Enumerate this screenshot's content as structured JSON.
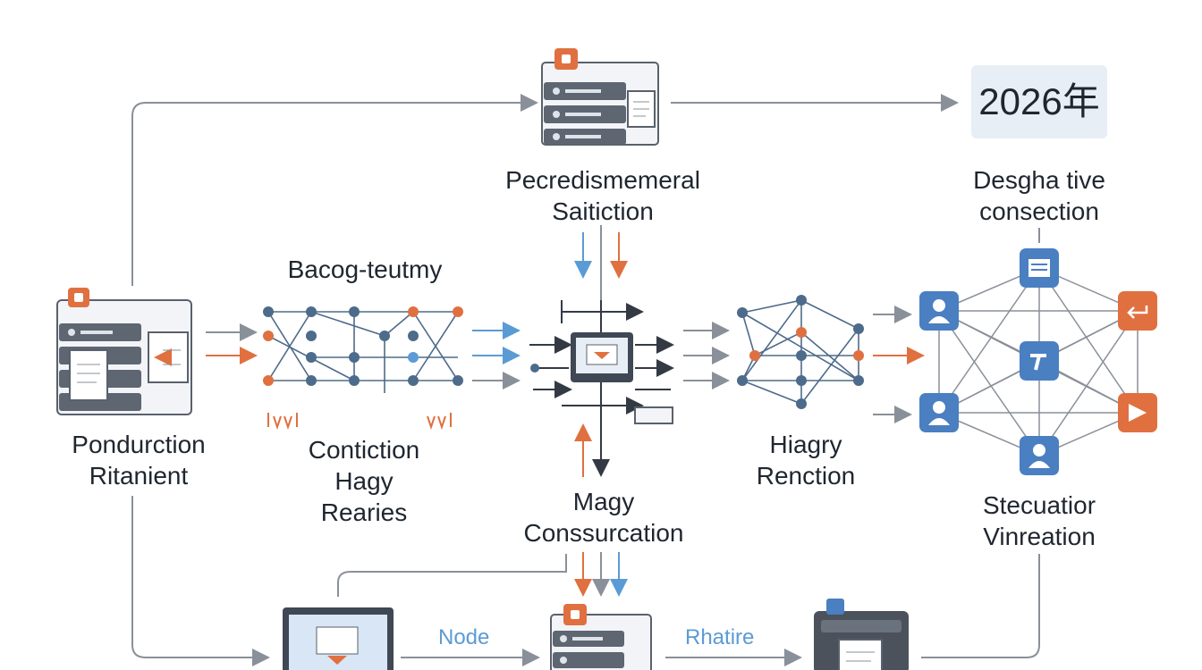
{
  "title": "",
  "year_badge": "2026年",
  "labels": {
    "top_center": [
      "Pecredismemeral",
      "Saitiction"
    ],
    "top_right": [
      "Desgha tive",
      "consection"
    ],
    "left_node": [
      "Pondurction",
      "Ritanient"
    ],
    "cluster_a_title": "Bacog-teutmy",
    "cluster_a_caption": [
      "Contiction",
      "Hagy",
      "Rearies"
    ],
    "center_caption": [
      "Magy",
      "Conssurcation"
    ],
    "cluster_b_caption": [
      "Hiagry",
      "Renction"
    ],
    "right_caption": [
      "Stecuatior",
      "Vinreation"
    ],
    "edge_node": "Node",
    "edge_rhatire": "Rhatire"
  },
  "colors": {
    "accent_blue": "#4a7fc1",
    "accent_orange": "#e07040",
    "line_gray": "#8a9099",
    "node_dark": "#4d6b8a"
  },
  "icons": [
    "server-icon",
    "document-icon",
    "monitor-icon",
    "user-icon",
    "file-icon",
    "printer-icon",
    "chat-badge-icon"
  ]
}
